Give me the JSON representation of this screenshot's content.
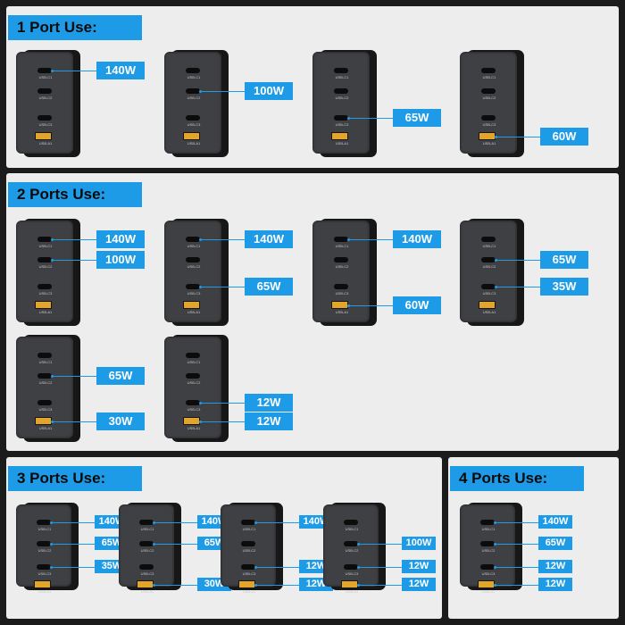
{
  "colors": {
    "accent": "#1e9be6",
    "panel": "#ededed",
    "background": "#1b1b1b",
    "charger_face": "#3f4043",
    "usb_a": "#e3a529"
  },
  "port_labels": [
    "USB-C1",
    "USB-C2",
    "USB-C3",
    "USB-A1"
  ],
  "sections": [
    {
      "title": "1 Port Use:",
      "configs": [
        {
          "outputs": [
            {
              "port": "USB-C1",
              "watts": "140W"
            }
          ]
        },
        {
          "outputs": [
            {
              "port": "USB-C2",
              "watts": "100W"
            }
          ]
        },
        {
          "outputs": [
            {
              "port": "USB-C3",
              "watts": "65W"
            }
          ]
        },
        {
          "outputs": [
            {
              "port": "USB-A1",
              "watts": "60W"
            }
          ]
        }
      ]
    },
    {
      "title": "2 Ports Use:",
      "configs": [
        {
          "outputs": [
            {
              "port": "USB-C1",
              "watts": "140W"
            },
            {
              "port": "USB-C2",
              "watts": "100W"
            }
          ]
        },
        {
          "outputs": [
            {
              "port": "USB-C1",
              "watts": "140W"
            },
            {
              "port": "USB-C3",
              "watts": "65W"
            }
          ]
        },
        {
          "outputs": [
            {
              "port": "USB-C1",
              "watts": "140W"
            },
            {
              "port": "USB-A1",
              "watts": "60W"
            }
          ]
        },
        {
          "outputs": [
            {
              "port": "USB-C2",
              "watts": "65W"
            },
            {
              "port": "USB-C3",
              "watts": "35W"
            }
          ]
        },
        {
          "outputs": [
            {
              "port": "USB-C2",
              "watts": "65W"
            },
            {
              "port": "USB-A1",
              "watts": "30W"
            }
          ]
        },
        {
          "outputs": [
            {
              "port": "USB-C3",
              "watts": "12W"
            },
            {
              "port": "USB-A1",
              "watts": "12W"
            }
          ]
        }
      ]
    },
    {
      "title": "3 Ports Use:",
      "configs": [
        {
          "outputs": [
            {
              "port": "USB-C1",
              "watts": "140W"
            },
            {
              "port": "USB-C2",
              "watts": "65W"
            },
            {
              "port": "USB-C3",
              "watts": "35W"
            }
          ]
        },
        {
          "outputs": [
            {
              "port": "USB-C1",
              "watts": "140W"
            },
            {
              "port": "USB-C2",
              "watts": "65W"
            },
            {
              "port": "USB-A1",
              "watts": "30W"
            }
          ]
        },
        {
          "outputs": [
            {
              "port": "USB-C1",
              "watts": "140W"
            },
            {
              "port": "USB-C3",
              "watts": "12W"
            },
            {
              "port": "USB-A1",
              "watts": "12W"
            }
          ]
        },
        {
          "outputs": [
            {
              "port": "USB-C2",
              "watts": "100W"
            },
            {
              "port": "USB-C3",
              "watts": "12W"
            },
            {
              "port": "USB-A1",
              "watts": "12W"
            }
          ]
        }
      ]
    },
    {
      "title": "4 Ports Use:",
      "configs": [
        {
          "outputs": [
            {
              "port": "USB-C1",
              "watts": "140W"
            },
            {
              "port": "USB-C2",
              "watts": "65W"
            },
            {
              "port": "USB-C3",
              "watts": "12W"
            },
            {
              "port": "USB-A1",
              "watts": "12W"
            }
          ]
        }
      ]
    }
  ]
}
